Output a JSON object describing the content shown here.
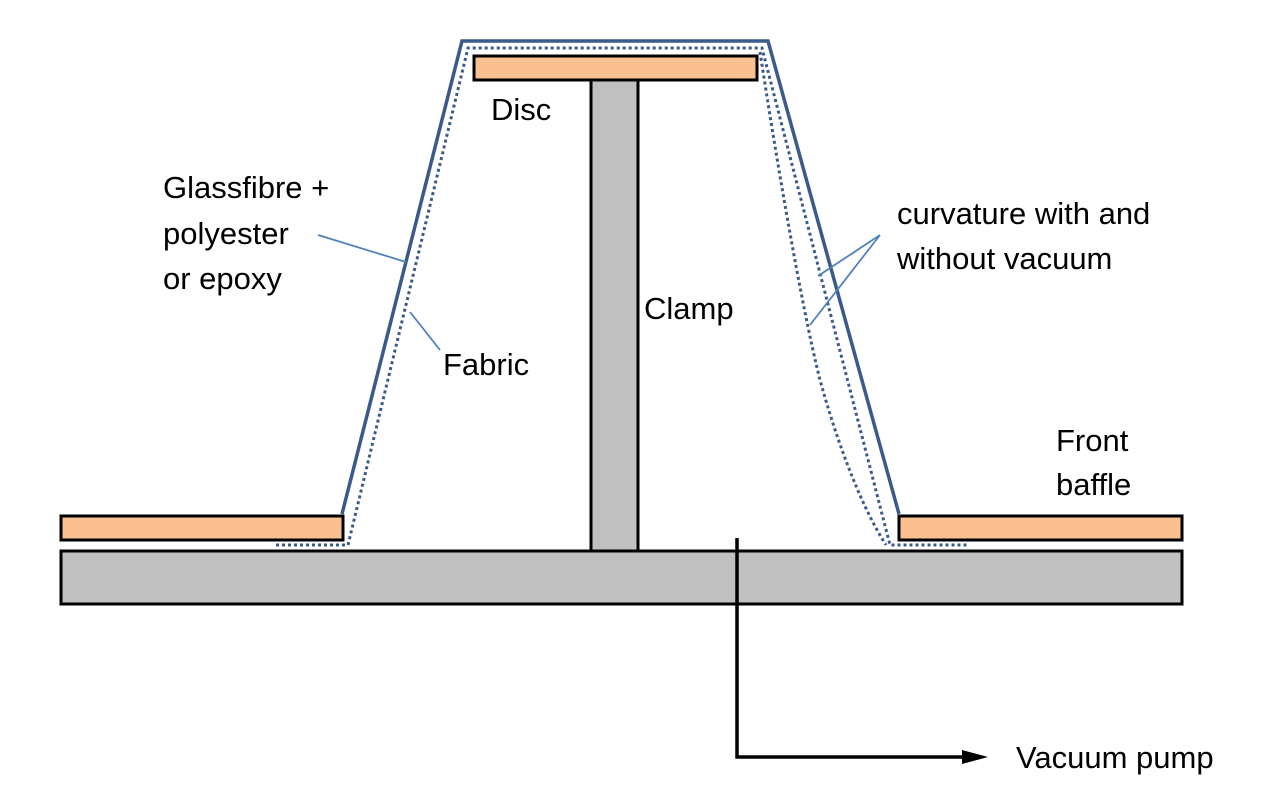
{
  "labels": {
    "disc": "Disc",
    "glassfibre_line1": "Glassfibre +",
    "glassfibre_line2": "polyester",
    "glassfibre_line3": "or epoxy",
    "fabric": "Fabric",
    "clamp": "Clamp",
    "curvature_line1": "curvature with and",
    "curvature_line2": "without vacuum",
    "front_baffle_line1": "Front",
    "front_baffle_line2": "baffle",
    "vacuum_pump": "Vacuum pump"
  },
  "colors": {
    "wood": "#FAC090",
    "base": "#C0C0C0",
    "glassfibre_line": "#3A5A8C",
    "leader_line": "#4F81BD",
    "outline": "#000000"
  }
}
